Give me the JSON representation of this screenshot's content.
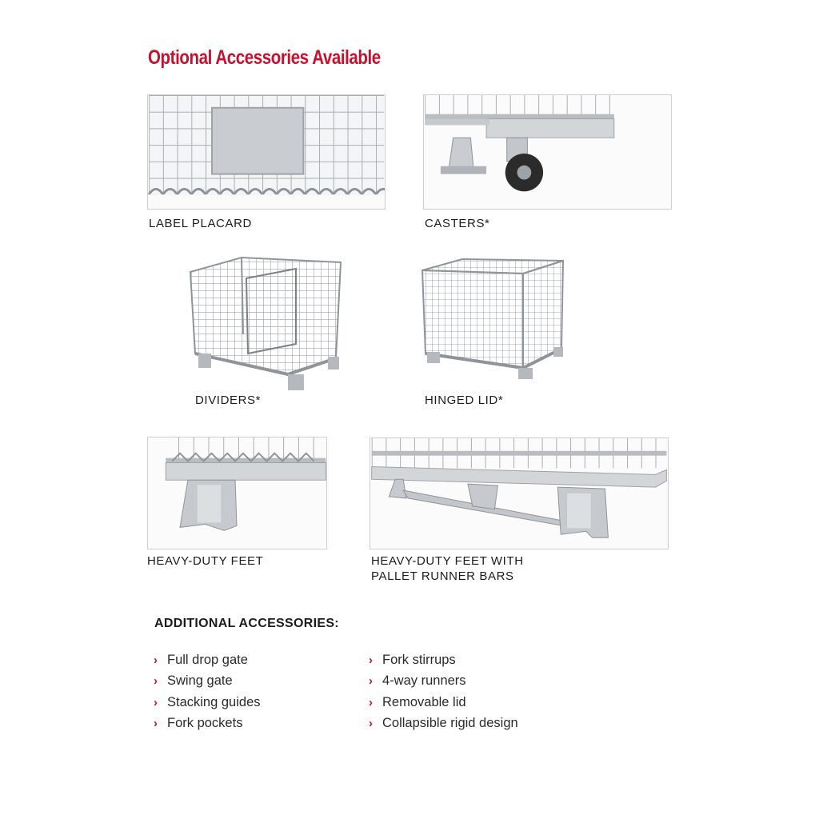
{
  "title": "Optional Accessories Available",
  "accessories": [
    {
      "label": "LABEL PLACARD"
    },
    {
      "label": "CASTERS*"
    },
    {
      "label": "DIVIDERS*"
    },
    {
      "label": "HINGED LID*"
    },
    {
      "label": "HEAVY-DUTY FEET"
    },
    {
      "label_line1": "HEAVY-DUTY FEET WITH",
      "label_line2": "PALLET RUNNER BARS"
    }
  ],
  "additional": {
    "heading": "ADDITIONAL ACCESSORIES:",
    "col1": [
      "Full drop gate",
      "Swing gate",
      "Stacking guides",
      "Fork pockets"
    ],
    "col2": [
      "Fork stirrups",
      "4-way runners",
      "Removable lid",
      "Collapsible rigid design"
    ]
  },
  "icons": {
    "bullet": "chevron-right-icon"
  },
  "colors": {
    "accent": "#c8102e",
    "text": "#1c1c1c",
    "frame": "#cfcfcf"
  }
}
